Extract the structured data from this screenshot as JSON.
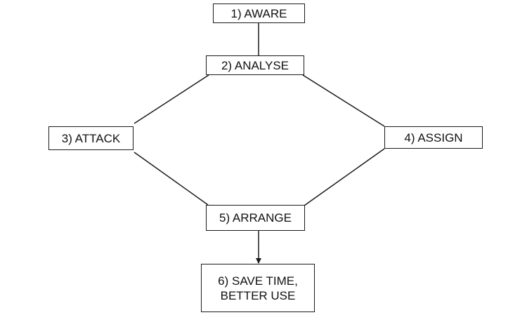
{
  "diagram": {
    "nodes": [
      {
        "id": "aware",
        "label": "1) AWARE"
      },
      {
        "id": "analyse",
        "label": "2) ANALYSE"
      },
      {
        "id": "attack",
        "label": "3) ATTACK"
      },
      {
        "id": "assign",
        "label": "4) ASSIGN"
      },
      {
        "id": "arrange",
        "label": "5) ARRANGE"
      },
      {
        "id": "save",
        "label_lines": [
          "6) SAVE TIME,",
          "BETTER USE"
        ]
      }
    ],
    "edges": [
      {
        "from": "aware",
        "to": "analyse",
        "arrow": false
      },
      {
        "from": "analyse",
        "to": "attack",
        "arrow": false
      },
      {
        "from": "analyse",
        "to": "assign",
        "arrow": false
      },
      {
        "from": "attack",
        "to": "arrange",
        "arrow": false
      },
      {
        "from": "assign",
        "to": "arrange",
        "arrow": false
      },
      {
        "from": "arrange",
        "to": "save",
        "arrow": true
      }
    ],
    "line_color": "#1a1a1a"
  }
}
